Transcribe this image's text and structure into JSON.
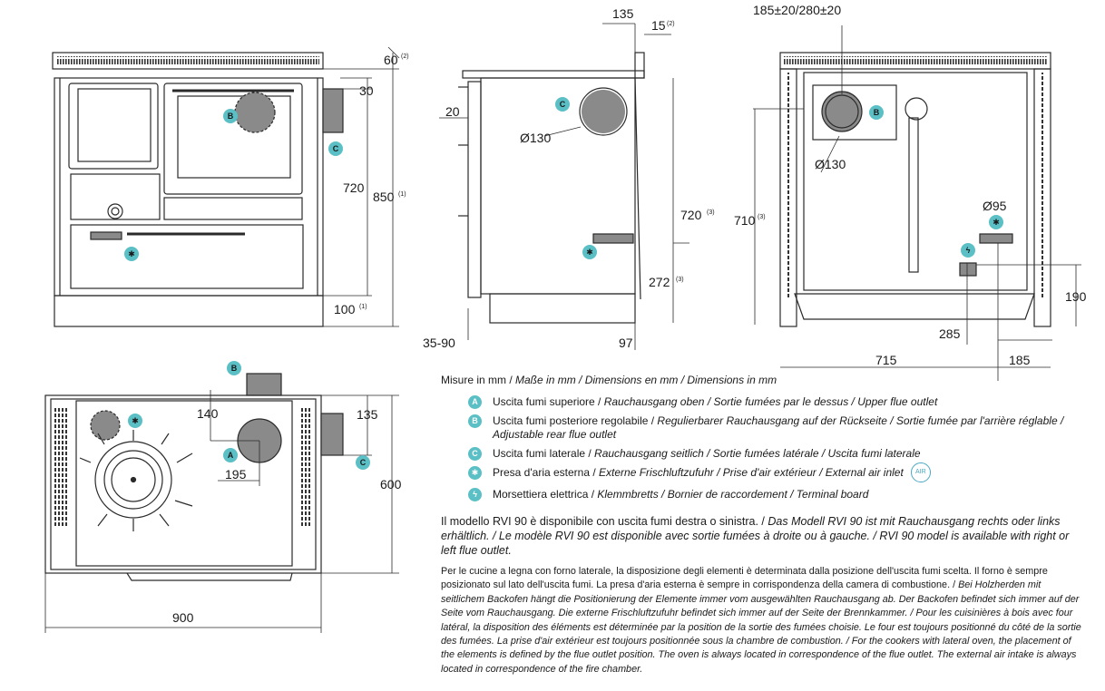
{
  "dimensions": {
    "front": {
      "d60": "60",
      "d60_sup": "(2)",
      "d30": "30",
      "d720": "720",
      "d850": "850",
      "d850_sup": "(1)",
      "d100": "100",
      "d100_sup": "(1)"
    },
    "side": {
      "d135": "135",
      "d15": "15",
      "d15_sup": "(2)",
      "d20": "20",
      "dia130": "Ø130",
      "d720": "720",
      "d720_sup": "(3)",
      "d272": "272",
      "d272_sup": "(3)",
      "d35_90": "35-90",
      "d97": "97"
    },
    "back": {
      "d185_280": "185±20/280±20",
      "dia130": "Ø130",
      "d710": "710",
      "d710_sup": "(3)",
      "dia95": "Ø95",
      "d190": "190",
      "d285": "285",
      "d715": "715",
      "d185": "185"
    },
    "top": {
      "d140": "140",
      "d195": "195",
      "d135": "135",
      "d600": "600",
      "d900": "900"
    }
  },
  "markers": {
    "a": "A",
    "b": "B",
    "c": "C",
    "air": "✱",
    "power": "ϟ"
  },
  "legend": {
    "units_plain": "Misure in mm / ",
    "units_italic": "Maße in mm / Dimensions en mm / Dimensions in mm",
    "items": [
      {
        "plain": "Uscita fumi superiore / ",
        "italic": "Rauchausgang oben  / Sortie fumées par le dessus / Upper flue outlet"
      },
      {
        "plain": "Uscita fumi posteriore regolabile /  ",
        "italic": "Regulierbarer Rauchausgang auf der Rückseite / Sortie fumée par l'arrière réglable / Adjustable rear flue outlet"
      },
      {
        "plain": "Uscita fumi laterale / ",
        "italic": "Rauchausgang seitlich  / Sortie fumées latérale / Uscita fumi laterale"
      },
      {
        "plain": "Presa d'aria esterna / ",
        "italic": "Externe Frischluftzufuhr / Prise d'air extérieur / External air inlet"
      },
      {
        "plain": "Morsettiera elettrica / ",
        "italic": "Klemmbretts / Bornier de raccordement / Terminal board"
      }
    ],
    "air_badge": "AIR"
  },
  "note1": {
    "plain": "Il modello RVI 90 è disponibile con uscita fumi destra o sinistra. / ",
    "italic": "Das Modell RVI 90 ist mit Rauchausgang rechts oder links erhältlich. / Le modèle RVI 90 est disponible avec sortie fumées à droite ou à gauche. / RVI 90 model is available with right or left flue outlet."
  },
  "note2": {
    "plain": "Per le cucine a legna con forno laterale, la disposizione degli elementi è determinata dalla posizione dell'uscita fumi scelta. Il forno è sempre posizionato sul lato dell'uscita fumi. La presa d'aria esterna è sempre in corrispondenza della camera di combustione. / ",
    "italic": "Bei Holzherden mit seitlichem Backofen hängt die Positionierung der Elemente immer vom ausgewählten Rauchausgang ab. Der Backofen befindet sich immer auf der Seite vom Rauchausgang. Die externe Frischluftzufuhr befindet sich immer auf der Seite der Brennkammer. / Pour les cuisinières à bois avec four latéral, la disposition des éléments est déterminée par la position de la sortie des fumées choisie. Le four est toujours positionné du côté de la sortie des fumées. La prise d'air extérieur est toujours positionnée sous la chambre de combustion. / For the cookers with lateral oven, the placement of the elements is defined by the flue outlet position. The oven is always located in correspondence of the flue outlet. The external air intake is always located in correspondence of the fire chamber."
  },
  "colors": {
    "teal": "#5bbfc6",
    "grey": "#8a8a8a",
    "line": "#2a2a2a"
  }
}
